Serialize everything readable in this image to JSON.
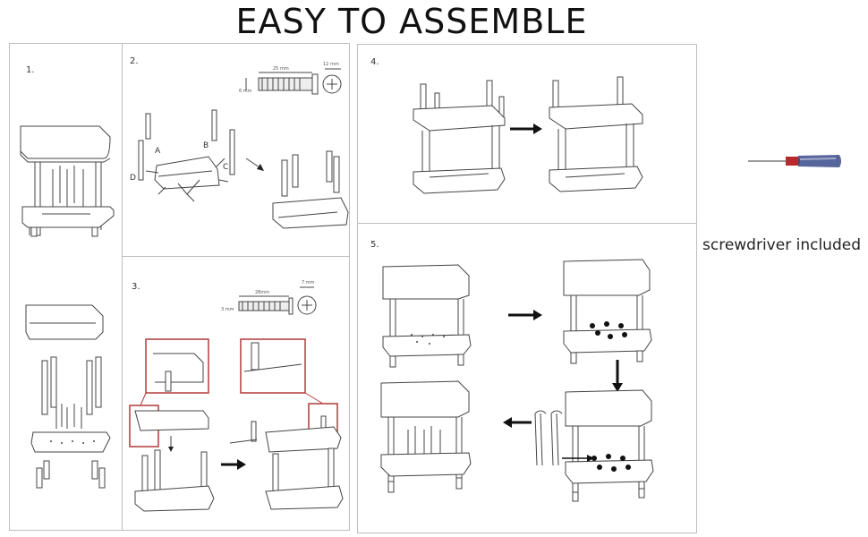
{
  "header": {
    "title": "EASY TO ASSEMBLE"
  },
  "steps": {
    "s1": "1.",
    "s2": "2.",
    "s3": "3.",
    "s4": "4.",
    "s5": "5."
  },
  "step2": {
    "screw_length": "25 mm",
    "screw_diameter": "6 mm",
    "head_size": "12 mm",
    "labels": {
      "a": "A",
      "b": "B",
      "c": "C",
      "d": "D"
    }
  },
  "step3": {
    "screw_length": "28mm",
    "screw_diameter": "3 mm",
    "head_size": "7 mm"
  },
  "tool": {
    "caption": "screwdriver included",
    "colors": {
      "handle": "#b52a2a",
      "grip": "#3a4a8c",
      "shaft": "#9a9a9a"
    }
  },
  "colors": {
    "highlight": "#b33a3a",
    "border": "#bdbdbd"
  }
}
